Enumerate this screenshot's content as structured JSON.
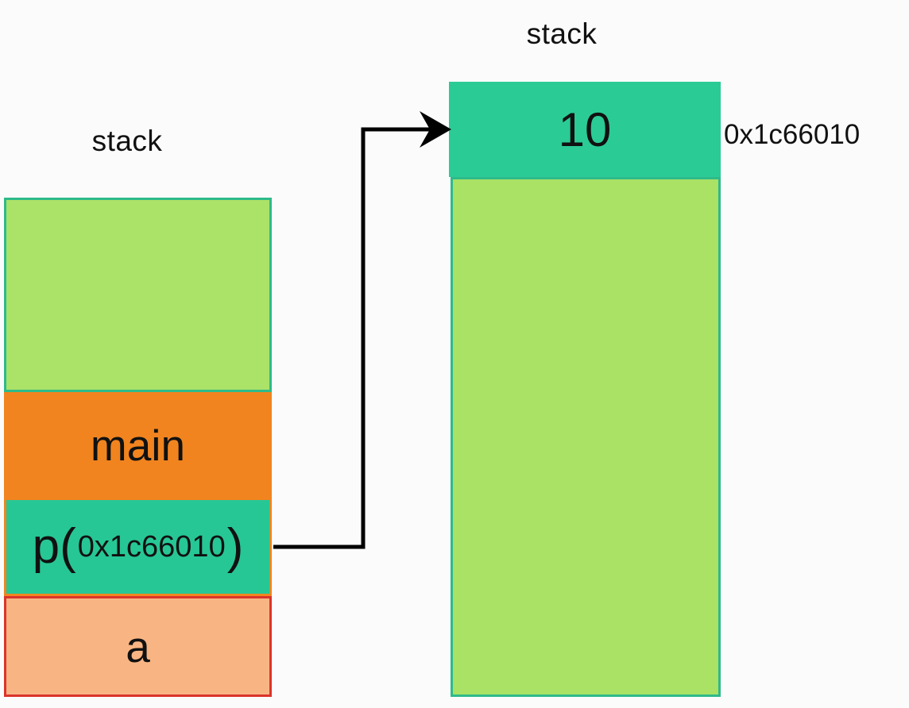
{
  "diagram": {
    "background": "#fbfbfb",
    "left_stack": {
      "label": "stack",
      "empty_frame": {
        "fill": "#abe268",
        "border": "#2eba8a"
      },
      "main_frame": {
        "label": "main",
        "fill": "#f1841f"
      },
      "pointer_frame": {
        "text_prefix": "p(",
        "address": "0x1c66010",
        "text_suffix": ")",
        "fill": "#26c795",
        "border": "#f1841f"
      },
      "a_box": {
        "label": "a",
        "fill": "#f8b583",
        "border": "#da342b"
      }
    },
    "right_stack": {
      "label": "stack",
      "value_cell": {
        "value": "10",
        "fill": "#2bcb96"
      },
      "heap_region": {
        "fill": "#a9e265",
        "border": "#2eba8a"
      },
      "address_label": "0x1c66010"
    },
    "arrow": {
      "color": "#000000"
    }
  }
}
